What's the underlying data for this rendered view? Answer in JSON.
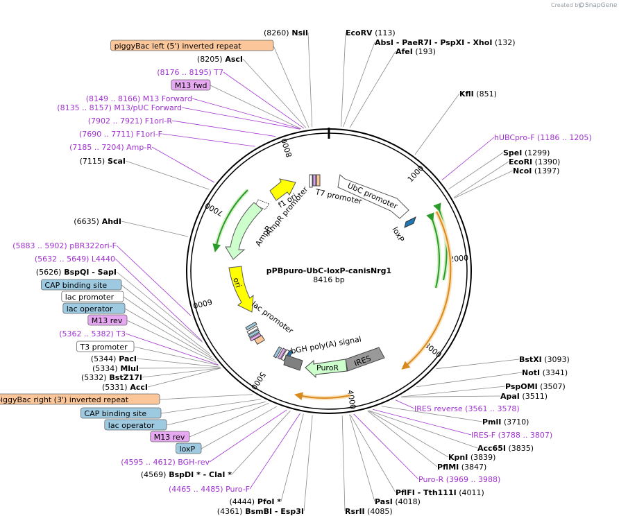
{
  "plasmid": {
    "name": "pPBpuro-UbC-loxP-canisNrg1",
    "length_label": "8416 bp",
    "length": 8416
  },
  "branding": {
    "created_by": "Created by",
    "brand": "SnapGene"
  },
  "ticks": [
    "1000",
    "2000",
    "3000",
    "4000",
    "5000",
    "6000",
    "7000",
    "8000"
  ],
  "sites": [
    {
      "text": [
        "(8260)",
        "NsiI"
      ],
      "kind": "site",
      "pos": 8260
    },
    {
      "text": [
        "EcoRV",
        "(113)"
      ],
      "kind": "site",
      "pos": 113
    },
    {
      "text": [
        "AbsI",
        "- PaeR7I",
        "- PspXI",
        "- XhoI",
        "(132)"
      ],
      "kind": "site",
      "pos": 132
    },
    {
      "text": [
        "AfeI",
        "(193)"
      ],
      "kind": "site",
      "pos": 193
    },
    {
      "text": [
        "KflI",
        "(851)"
      ],
      "kind": "site",
      "pos": 851
    },
    {
      "text": [
        "hUBCpro-F",
        "(1186 .. 1205)"
      ],
      "kind": "primer",
      "pos": 1195
    },
    {
      "text": [
        "SpeI",
        "(1299)"
      ],
      "kind": "site",
      "pos": 1299
    },
    {
      "text": [
        "EcoRI",
        "(1390)"
      ],
      "kind": "site",
      "pos": 1390
    },
    {
      "text": [
        "NcoI",
        "(1397)"
      ],
      "kind": "site",
      "pos": 1397
    },
    {
      "text": [
        "BstXI",
        "(3093)"
      ],
      "kind": "site",
      "pos": 3093
    },
    {
      "text": [
        "NotI",
        "(3341)"
      ],
      "kind": "site",
      "pos": 3341
    },
    {
      "text": [
        "PspOMI",
        "(3507)"
      ],
      "kind": "site",
      "pos": 3507
    },
    {
      "text": [
        "ApaI",
        "(3511)"
      ],
      "kind": "site",
      "pos": 3511
    },
    {
      "text": [
        "IRES reverse",
        "(3561 .. 3578)"
      ],
      "kind": "primer",
      "pos": 3570
    },
    {
      "text": [
        "PmlI",
        "(3710)"
      ],
      "kind": "site",
      "pos": 3710
    },
    {
      "text": [
        "IRES-F",
        "(3788 .. 3807)"
      ],
      "kind": "primer",
      "pos": 3797
    },
    {
      "text": [
        "Acc65I",
        "(3835)"
      ],
      "kind": "site",
      "pos": 3835
    },
    {
      "text": [
        "KpnI",
        "(3839)"
      ],
      "kind": "site",
      "pos": 3839
    },
    {
      "text": [
        "PflMI",
        "(3847)"
      ],
      "kind": "site",
      "pos": 3847
    },
    {
      "text": [
        "Puro-R",
        "(3969 .. 3988)"
      ],
      "kind": "primer",
      "pos": 3978
    },
    {
      "text": [
        "PflFI",
        "- Tth111I",
        "(4011)"
      ],
      "kind": "site",
      "pos": 4011
    },
    {
      "text": [
        "PasI",
        "(4018)"
      ],
      "kind": "site",
      "pos": 4018
    },
    {
      "text": [
        "RsrII",
        "(4085)"
      ],
      "kind": "site",
      "pos": 4085
    },
    {
      "text": [
        "(4361)",
        "BsmBI",
        "- Esp3I"
      ],
      "kind": "site",
      "pos": 4361
    },
    {
      "text": [
        "(4444)",
        "PfoI *"
      ],
      "kind": "site",
      "pos": 4444
    },
    {
      "text": [
        "(4465 .. 4485)",
        "Puro-F"
      ],
      "kind": "primer",
      "pos": 4475
    },
    {
      "text": [
        "(4569)",
        "BspDI *",
        "- ClaI *"
      ],
      "kind": "site",
      "pos": 4569
    },
    {
      "text": [
        "(4595 .. 4612)",
        "BGH-rev"
      ],
      "kind": "primer",
      "pos": 4603
    },
    {
      "text": [
        "loxP"
      ],
      "kind": "box-teal",
      "pos": 4700
    },
    {
      "text": [
        "M13 rev"
      ],
      "kind": "box-purple",
      "pos": 4780
    },
    {
      "text": [
        "lac operator"
      ],
      "kind": "box-teal",
      "pos": 4810
    },
    {
      "text": [
        "CAP binding site"
      ],
      "kind": "box-teal",
      "pos": 4860
    },
    {
      "text": [
        "piggyBac right (3') inverted repeat"
      ],
      "kind": "box-orange",
      "pos": 4950
    },
    {
      "text": [
        "(5331)",
        "AccI"
      ],
      "kind": "site",
      "pos": 5331
    },
    {
      "text": [
        "(5332)",
        "BstZ17I"
      ],
      "kind": "site",
      "pos": 5332
    },
    {
      "text": [
        "(5334)",
        "MluI"
      ],
      "kind": "site",
      "pos": 5334
    },
    {
      "text": [
        "(5344)",
        "PacI"
      ],
      "kind": "site",
      "pos": 5344
    },
    {
      "text": [
        "T3 promoter"
      ],
      "kind": "box-white",
      "pos": 5365
    },
    {
      "text": [
        "(5362 .. 5382)",
        "T3"
      ],
      "kind": "primer",
      "pos": 5372
    },
    {
      "text": [
        "M13 rev"
      ],
      "kind": "box-purple",
      "pos": 5400
    },
    {
      "text": [
        "lac operator"
      ],
      "kind": "box-teal",
      "pos": 5430
    },
    {
      "text": [
        "lac promoter"
      ],
      "kind": "box-white",
      "pos": 5460
    },
    {
      "text": [
        "CAP binding site"
      ],
      "kind": "box-teal",
      "pos": 5500
    },
    {
      "text": [
        "(5626)",
        "BspQI",
        "- SapI"
      ],
      "kind": "site",
      "pos": 5626
    },
    {
      "text": [
        "(5632 .. 5649)",
        "L4440"
      ],
      "kind": "primer",
      "pos": 5640
    },
    {
      "text": [
        "(5883 .. 5902)",
        "pBR322ori-F"
      ],
      "kind": "primer",
      "pos": 5892
    },
    {
      "text": [
        "(6635)",
        "AhdI"
      ],
      "kind": "site",
      "pos": 6635
    },
    {
      "text": [
        "(7115)",
        "ScaI"
      ],
      "kind": "site",
      "pos": 7115
    },
    {
      "text": [
        "(7185 .. 7204)",
        "Amp-R"
      ],
      "kind": "primer",
      "pos": 7195
    },
    {
      "text": [
        "(7690 .. 7711)",
        "F1ori-F"
      ],
      "kind": "primer",
      "pos": 7700
    },
    {
      "text": [
        "(7902 .. 7921)",
        "F1ori-R"
      ],
      "kind": "primer",
      "pos": 7911
    },
    {
      "text": [
        "(8135 .. 8157)",
        "M13/pUC Forward"
      ],
      "kind": "primer",
      "pos": 8146
    },
    {
      "text": [
        "(8149 .. 8166)",
        "M13 Forward"
      ],
      "kind": "primer",
      "pos": 8157
    },
    {
      "text": [
        "M13 fwd"
      ],
      "kind": "box-purple",
      "pos": 8158
    },
    {
      "text": [
        "(8176 .. 8195)",
        "T7"
      ],
      "kind": "primer",
      "pos": 8185
    },
    {
      "text": [
        "(8205)",
        "AscI"
      ],
      "kind": "site",
      "pos": 8205
    },
    {
      "text": [
        "piggyBac left (5') inverted repeat"
      ],
      "kind": "box-orange",
      "pos": 8230
    }
  ],
  "features": [
    {
      "label": "UbC promoter",
      "color": "#ffffff"
    },
    {
      "label": "T7 promoter",
      "color": "#ffffff"
    },
    {
      "label": "f1 ori",
      "color": "#ffff00"
    },
    {
      "label": "AmpR promoter",
      "color": "#ffffff"
    },
    {
      "label": "AmpR",
      "color": "#ccffcc"
    },
    {
      "label": "ori",
      "color": "#ffff00"
    },
    {
      "label": "lac promoter",
      "color": "#ffffff"
    },
    {
      "label": "loxP",
      "color": "#1f77b4"
    },
    {
      "label": "bGH poly(A) signal",
      "color": "#808080"
    },
    {
      "label": "PuroR",
      "color": "#ccffcc"
    },
    {
      "label": "IRES",
      "color": "#999999"
    }
  ],
  "colors": {
    "site": "#000000",
    "primer": "#a030d0",
    "teal_box": "#9ecae1",
    "purple_box": "#e6a8f0",
    "orange_box": "#fbc79a",
    "orf_green": "#33aa33",
    "orf_orange": "#e69a2e",
    "backbone": "#000000"
  }
}
